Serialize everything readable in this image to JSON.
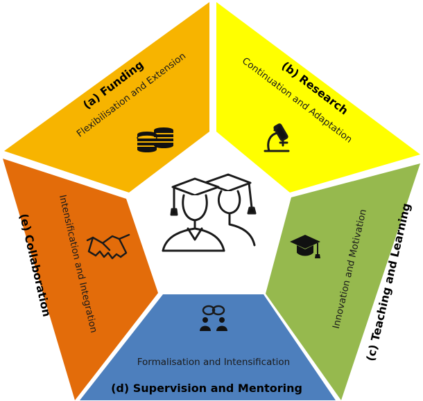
{
  "center_icon": "graduates-icon",
  "segments": [
    {
      "key": "funding",
      "title": "(a) Funding",
      "subtitle": "Flexibilisation and Extension",
      "icon": "coins-icon",
      "color": "#f7b400"
    },
    {
      "key": "research",
      "title": "(b) Research",
      "subtitle": "Continuation and Adaptation",
      "icon": "microscope-icon",
      "color": "#ffff00"
    },
    {
      "key": "teaching",
      "title": "(c) Teaching and Learning",
      "subtitle": "Innovation and Motivation",
      "icon": "graduation-cap-icon",
      "color": "#96b94e"
    },
    {
      "key": "supervision",
      "title": "(d) Supervision and Mentoring",
      "subtitle": "Formalisation and Intensification",
      "icon": "discussion-icon",
      "color": "#4d7fbd"
    },
    {
      "key": "collaboration",
      "title": "(e) Collaboration",
      "subtitle": "Intensification and Integration",
      "icon": "handshake-icon",
      "color": "#e36c0a"
    }
  ]
}
